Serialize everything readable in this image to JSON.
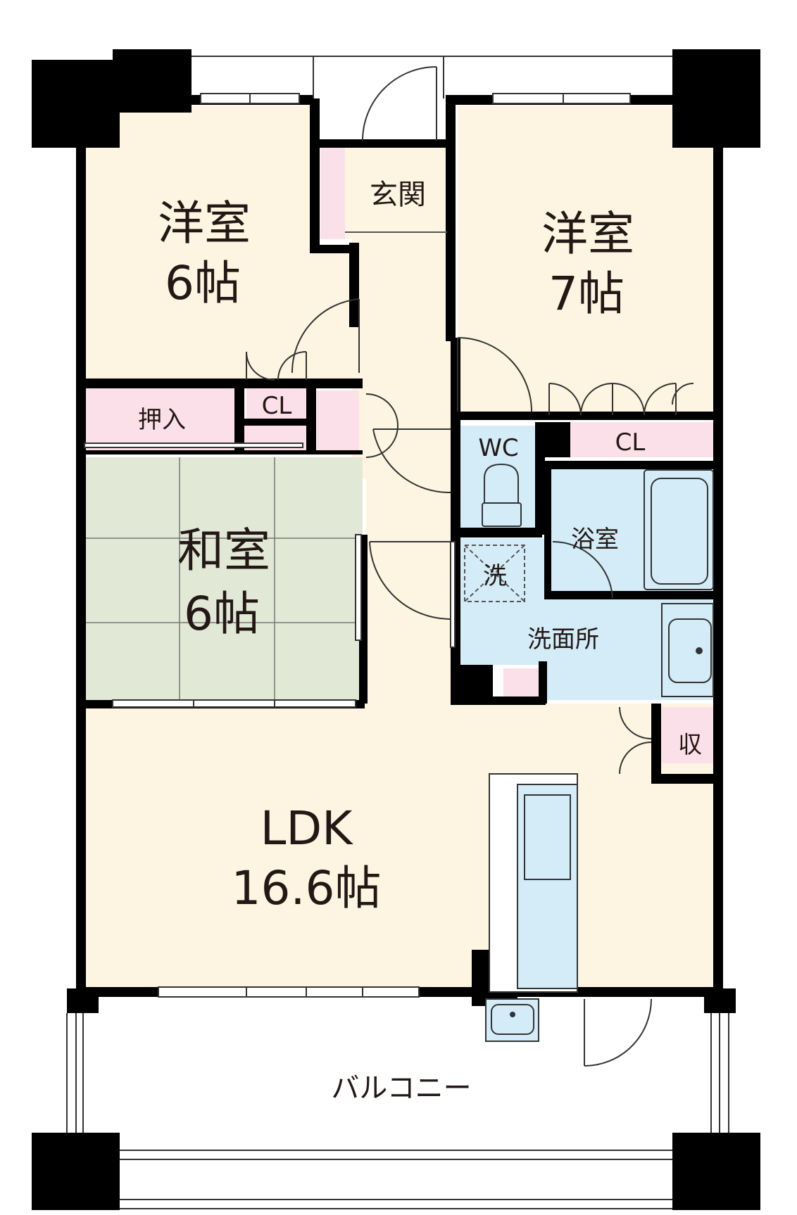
{
  "colors": {
    "floor": "#fdf5e1",
    "tatami": "#e2e8d6",
    "wet": "#d3ecf7",
    "storage": "#fbe0e9",
    "wall": "#000000",
    "text": "#231815"
  },
  "rooms": {
    "western_6": {
      "name": "洋室",
      "size": "6帖"
    },
    "western_7": {
      "name": "洋室",
      "size": "7帖"
    },
    "japanese_6": {
      "name": "和室",
      "size": "6帖"
    },
    "ldk": {
      "name": "LDK",
      "size": "16.6帖"
    },
    "entrance": "玄関",
    "oshiire": "押入",
    "closet_small": "CL",
    "closet_large": "CL",
    "wc": "WC",
    "bath": "浴室",
    "washer": "洗",
    "washroom": "洗面所",
    "storage": "収",
    "balcony": "バルコニー"
  },
  "icons": {
    "toilet": "toilet-icon",
    "bathtub": "bathtub-icon",
    "sink": "sink-icon",
    "kitchen_counter": "kitchen-counter-icon"
  }
}
